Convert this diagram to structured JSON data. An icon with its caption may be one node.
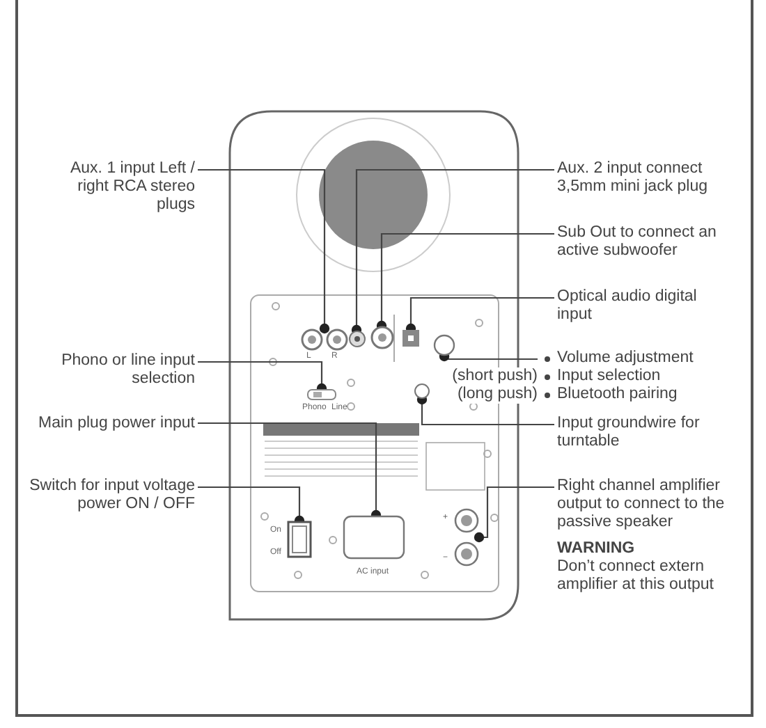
{
  "diagram": {
    "nodes": [
      {
        "text": [
          "Aux. 1 input Left / right RCA stereo plugs"
        ]
      },
      {
        "text": [],
        "shape": "circle"
      },
      {
        "text": [
          "Aux. 2 input connect 3,5mm mini jack plug"
        ]
      },
      {
        "text": [],
        "shape": "circle"
      },
      {
        "text": [
          "Sub Out to connect an active subwoofer"
        ]
      },
      {
        "text": [],
        "shape": "circle"
      },
      {
        "text": [
          "Optical audio digital input"
        ]
      },
      {
        "text": [],
        "shape": "box"
      },
      {
        "text": [
          "Volume adjustment",
          "Input selection",
          "Bluetooth pairing"
        ],
        "beside": [
          "(short push)",
          "(long push)"
        ]
      },
      {
        "text": [],
        "shape": "circle"
      },
      {
        "text": [
          "Phono or line input selection"
        ]
      },
      {
        "text": [],
        "shape": "box"
      },
      {
        "text": [
          "Main plug power input"
        ]
      },
      {
        "text": [],
        "shape": "box"
      },
      {
        "text": [
          "Input groundwire for turntable"
        ]
      },
      {
        "text": [],
        "shape": "circle"
      },
      {
        "text": [
          "Switch for input voltage power ON / OFF"
        ]
      },
      {
        "text": [],
        "shape": "box",
        "beside": [
          "On",
          "Off"
        ]
      },
      {
        "text": [
          "Right channel amplifier output to connect to the passive speaker",
          "WARNING",
          "Don’t connect extern amplifier at this output"
        ]
      },
      {
        "text": [],
        "shape": "circle"
      }
    ],
    "edges": [
      {
        "from": 0,
        "to": 1,
        "arrow": "other"
      },
      {
        "from": 2,
        "to": 3,
        "arrow": "other"
      },
      {
        "from": 4,
        "to": 5,
        "arrow": "other"
      },
      {
        "from": 6,
        "to": 7,
        "arrow": "other"
      },
      {
        "from": 8,
        "to": 9,
        "arrow": "other"
      },
      {
        "from": 10,
        "to": 11,
        "arrow": "other"
      },
      {
        "from": 12,
        "to": 13,
        "arrow": "other"
      },
      {
        "from": 14,
        "to": 15,
        "arrow": "other"
      },
      {
        "from": 16,
        "to": 17,
        "arrow": "other"
      },
      {
        "from": 18,
        "to": 19,
        "arrow": "other"
      }
    ],
    "labels": [
      "L",
      "R",
      "Phono",
      "Line",
      "+",
      "AC input",
      "−"
    ]
  }
}
